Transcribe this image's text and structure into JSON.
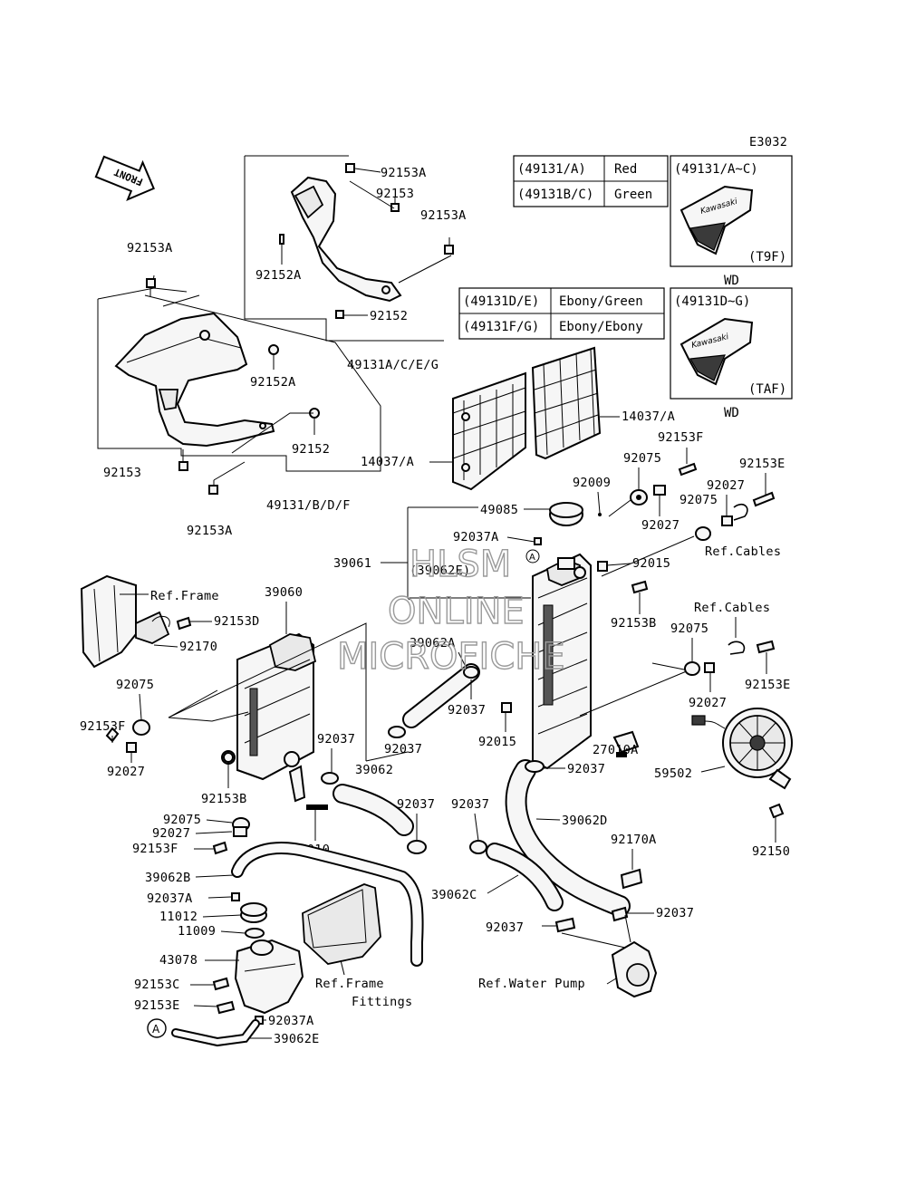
{
  "diagram_code": "E3032",
  "front_label": "FRONT",
  "watermark": {
    "line1": "HLSM",
    "line2": "ONLINE",
    "line3": "MICROFICHE"
  },
  "color_table_1": [
    {
      "code": "(49131/A)",
      "color": "Red"
    },
    {
      "code": "(49131B/C)",
      "color": "Green"
    }
  ],
  "color_table_2": [
    {
      "code": "(49131D/E)",
      "color": "Ebony/Green"
    },
    {
      "code": "(49131F/G)",
      "color": "Ebony/Ebony"
    }
  ],
  "inset_1": {
    "code": "(49131/A~C)",
    "tag": "(T9F)",
    "note": "WD"
  },
  "inset_2": {
    "code": "(49131D~G)",
    "tag": "(TAF)",
    "note": "WD"
  },
  "shroud_decal_text": "Kawasaki",
  "callout_a": "A",
  "parts": {
    "p_92153A_top": "92153A",
    "p_92153_top": "92153",
    "p_92153A_r": "92153A",
    "p_92152A_top": "92152A",
    "p_92152_top": "92152",
    "p_49131ACEG": "49131A/C/E/G",
    "p_92153A_left": "92153A",
    "p_92152A_mid": "92152A",
    "p_92152_mid": "92152",
    "p_92153_left": "92153",
    "p_49131BDF": "49131/B/D/F",
    "p_92153A_bot": "92153A",
    "p_14037A_l": "14037/A",
    "p_14037A_r": "14037/A",
    "p_92075_a": "92075",
    "p_92153F_a": "92153F",
    "p_92153E_a": "92153E",
    "p_92009": "92009",
    "p_49085": "49085",
    "p_92027_a": "92027",
    "p_92027_b": "92027",
    "p_92075_b": "92075",
    "p_92037A_a": "92037A",
    "p_ref_cables_a": "Ref.Cables",
    "p_39061": "39061",
    "p_39062E_a": "(39062E)",
    "p_92015_a": "92015",
    "p_ref_frame_a": "Ref.Frame",
    "p_39060": "39060",
    "p_92153D": "92153D",
    "p_92153B_a": "92153B",
    "p_ref_cables_b": "Ref.Cables",
    "p_92170": "92170",
    "p_39062A": "39062A",
    "p_92075_c": "92075",
    "p_92153E_b": "92153E",
    "p_92075_d": "92075",
    "p_92153F_b": "92153F",
    "p_92037_a": "92037",
    "p_92015_b": "92015",
    "p_27010A": "27010A",
    "p_92027_c": "92027",
    "p_92027_d": "92027",
    "p_92037_b": "92037",
    "p_92037_c": "92037",
    "p_92153B_b": "92153B",
    "p_39062": "39062",
    "p_92037_d": "92037",
    "p_59502": "59502",
    "p_92075_e": "92075",
    "p_92027_e": "92027",
    "p_92153F_c": "92153F",
    "p_27010": "27010",
    "p_92037_e": "92037",
    "p_39062D": "39062D",
    "p_92150": "92150",
    "p_92037_f": "92037",
    "p_92170A": "92170A",
    "p_39062B": "39062B",
    "p_92037A_b": "92037A",
    "p_11012": "11012",
    "p_11009": "11009",
    "p_39062C": "39062C",
    "p_92037_g": "92037",
    "p_92037_h": "92037",
    "p_43078": "43078",
    "p_ref_water_pump": "Ref.Water Pump",
    "p_92153C": "92153C",
    "p_ref_frame_fittings": "Ref.Frame",
    "p_fittings": "Fittings",
    "p_92153E_c": "92153E",
    "p_92037A_c": "92037A",
    "p_39062E_b": "39062E"
  }
}
